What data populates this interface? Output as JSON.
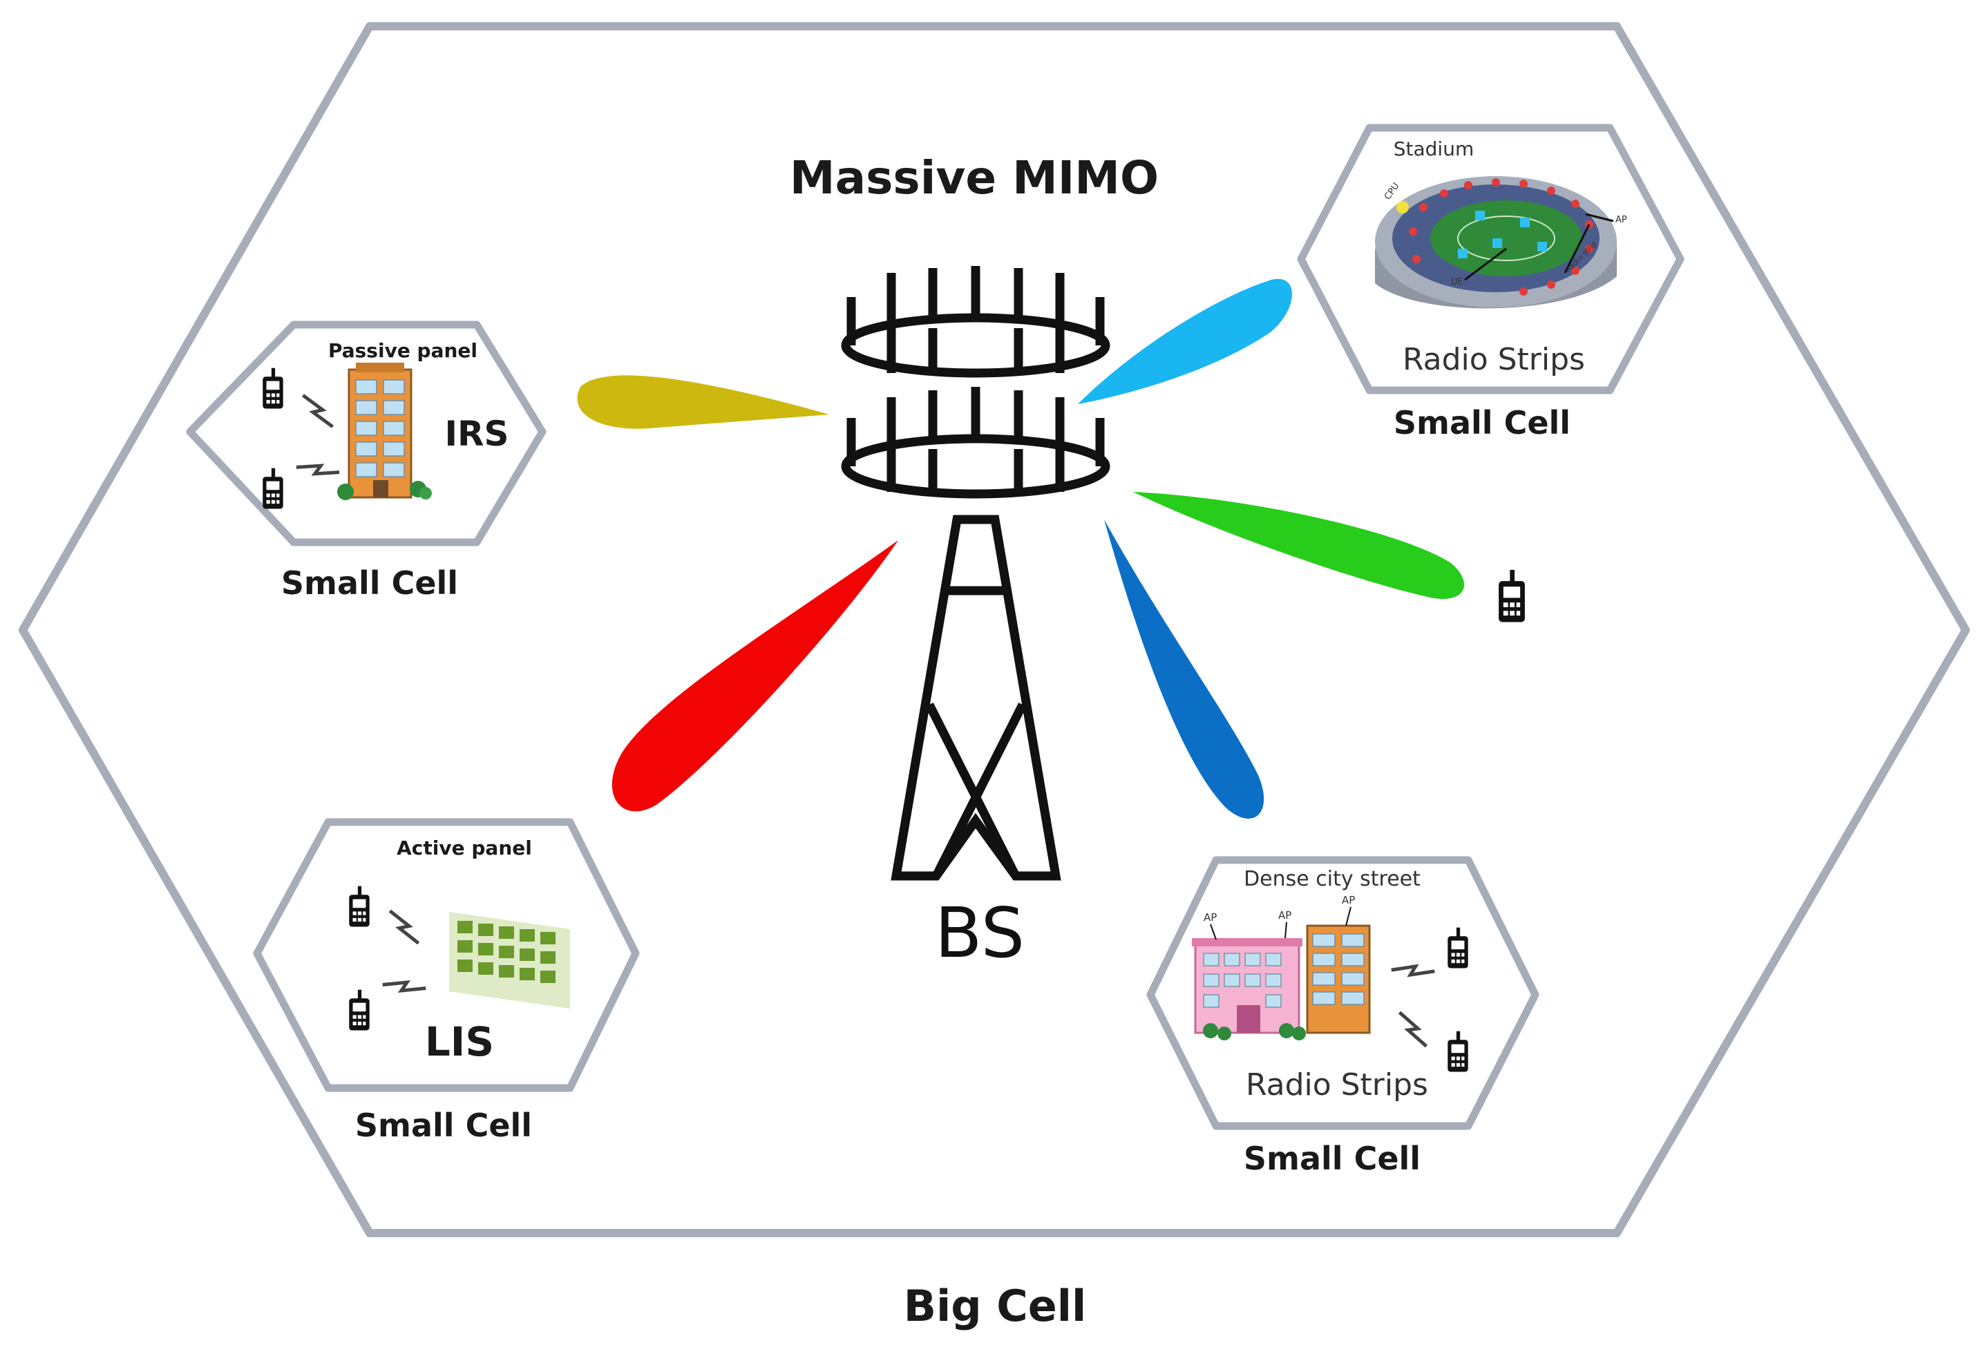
{
  "title": "Massive MIMO",
  "bs_label": "BS",
  "big_cell_label": "Big Cell",
  "small_cell_label": "Small Cell",
  "cells": {
    "irs": {
      "panel_label": "Passive panel",
      "name": "IRS",
      "footer": "Small Cell"
    },
    "lis": {
      "panel_label": "Active panel",
      "name": "LIS",
      "footer": "Small Cell"
    },
    "stadium": {
      "title": "Stadium",
      "tech": "Radio Strips",
      "footer": "Small Cell",
      "tags": [
        "CPU",
        "AP",
        "UE",
        "Radio strip"
      ]
    },
    "street": {
      "title": "Dense city street",
      "tech": "Radio Strips",
      "footer": "Small Cell",
      "tags": [
        "AP",
        "AP",
        "AP"
      ]
    }
  },
  "colors": {
    "hex_stroke": "#a6adb8",
    "beam_olive": "#cdb80f",
    "beam_cyan": "#19b6f2",
    "beam_green": "#27cd1a",
    "beam_red": "#f30404",
    "beam_blue": "#0b6fc6"
  },
  "icons": [
    "phone-icon",
    "building-icon",
    "panel-icon",
    "stadium-icon",
    "tower-icon",
    "lightning-icon"
  ]
}
